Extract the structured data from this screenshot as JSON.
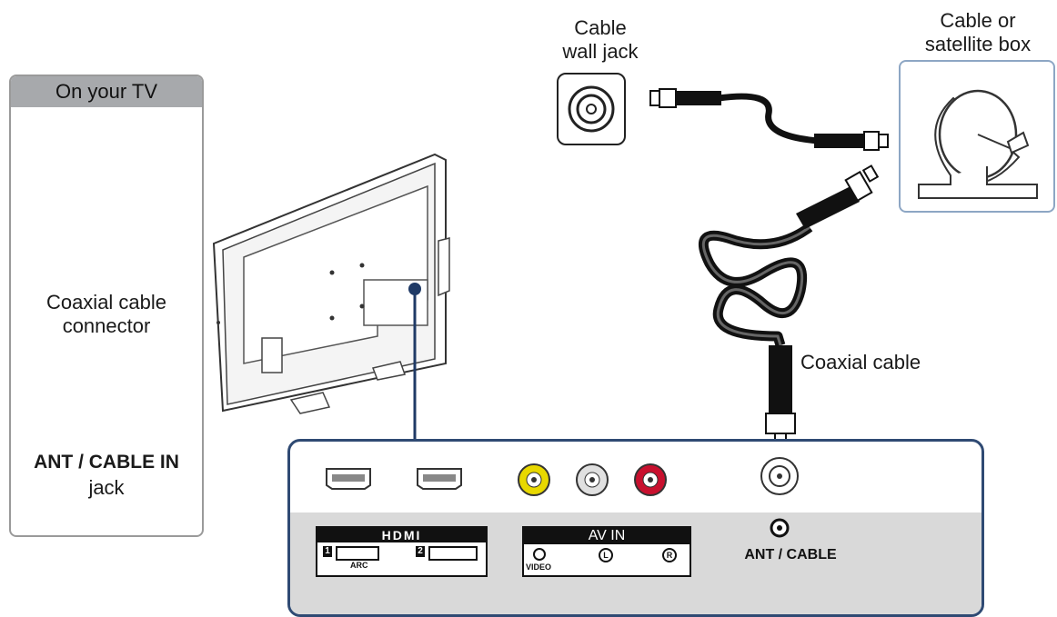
{
  "panel": {
    "header": "On your TV",
    "connector_label": "Coaxial cable\nconnector",
    "jack_title": "ANT / CABLE IN",
    "jack_sub": "jack"
  },
  "labels": {
    "wall_jack": "Cable\nwall jack",
    "box": "Cable or\nsatellite box",
    "coax_cable": "Coaxial cable"
  },
  "back_panel": {
    "hdmi_title": "HDMI",
    "hdmi_port_1": "1",
    "hdmi_port_2": "2",
    "arc": "ARC",
    "av_title": "AV IN",
    "video": "VIDEO",
    "left": "L",
    "right": "R",
    "ant_cable": "ANT / CABLE"
  },
  "colors": {
    "callout": "#1f3a66",
    "yellow_jack": "#e8d800",
    "red_jack": "#c8102e",
    "white_jack": "#e0e0e0"
  }
}
